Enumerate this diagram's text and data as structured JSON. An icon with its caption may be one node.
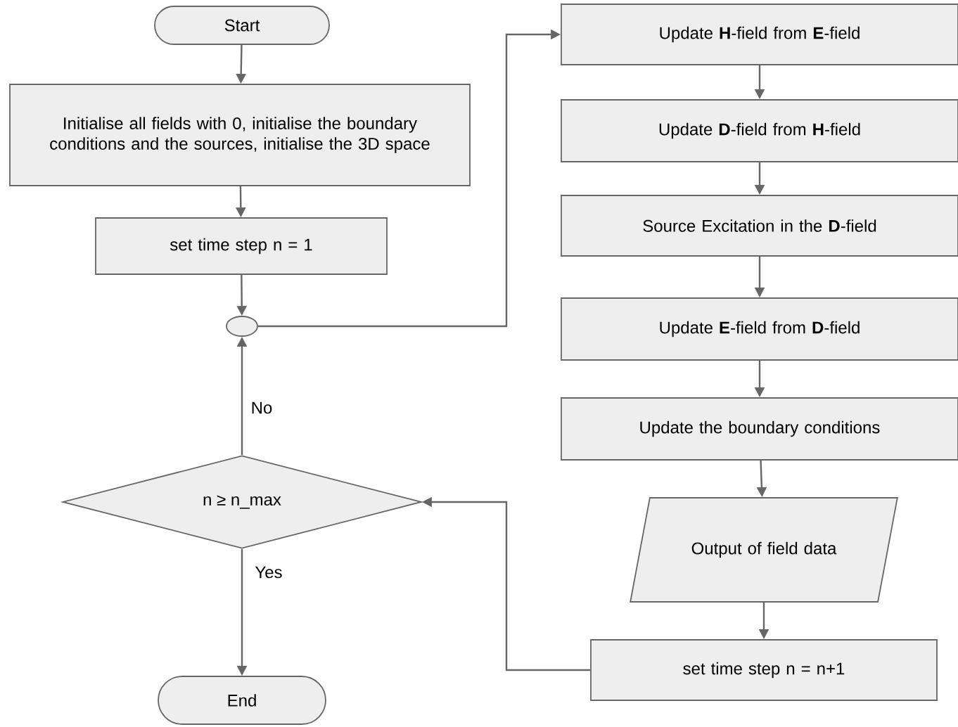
{
  "diagram": {
    "nodes": [
      {
        "text": [
          "Start"
        ]
      },
      {
        "text": [
          "Initialise all fields with 0, initialise the boundary conditions and the sources, initialise the 3D space"
        ]
      },
      {
        "text": [
          "set time step n = 1"
        ]
      },
      {
        "text": [],
        "shape": "ellipse"
      },
      {
        "text": [
          "Update **H**-field from **E**-field"
        ]
      },
      {
        "text": [
          "Update **D**-field from **H**-field"
        ]
      },
      {
        "text": [
          "Source Excitation in the **D**-field"
        ]
      },
      {
        "text": [
          "Update **E**-field from **D**-field"
        ]
      },
      {
        "text": [
          "Update the boundary conditions"
        ]
      },
      {
        "text": [
          "Output of field data"
        ]
      },
      {
        "text": [
          "set time step n = n+1"
        ]
      },
      {
        "text": [
          "n ≥ n_max"
        ]
      },
      {
        "text": [
          "End"
        ]
      }
    ],
    "edges": [
      {
        "from": 0,
        "to": 1,
        "arrow": "to"
      },
      {
        "from": 1,
        "to": 2,
        "arrow": "to"
      },
      {
        "from": 2,
        "to": 3,
        "arrow": "to"
      },
      {
        "from": 3,
        "to": 4,
        "arrow": "to"
      },
      {
        "from": 4,
        "to": 5,
        "arrow": "to"
      },
      {
        "from": 5,
        "to": 6,
        "arrow": "to"
      },
      {
        "from": 6,
        "to": 7,
        "arrow": "to"
      },
      {
        "from": 7,
        "to": 8,
        "arrow": "to"
      },
      {
        "from": 8,
        "to": 9,
        "arrow": "to"
      },
      {
        "from": 9,
        "to": 10,
        "arrow": "to"
      },
      {
        "from": 10,
        "to": 11,
        "arrow": "to"
      },
      {
        "from": 11,
        "to": 3,
        "arrow": "to",
        "label": "No"
      },
      {
        "from": 11,
        "to": 12,
        "arrow": "to",
        "label": "Yes"
      }
    ]
  }
}
